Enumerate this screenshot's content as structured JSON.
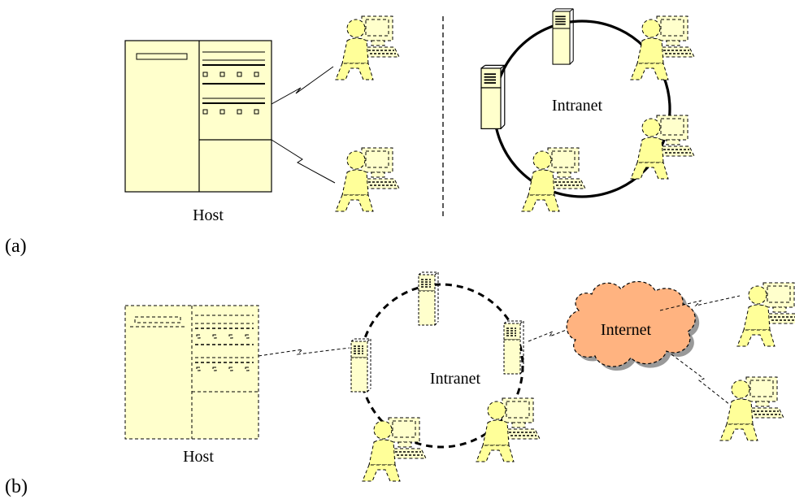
{
  "panels": {
    "a": {
      "label": "(a)"
    },
    "b": {
      "label": "(b)"
    }
  },
  "labels": {
    "host_a": "Host",
    "intranet_a": "Intranet",
    "host_b": "Host",
    "intranet_b": "Intranet",
    "internet": "Internet"
  },
  "colors": {
    "equipment_fill": "#FFFFCC",
    "cloud_fill": "#FFB380",
    "cloud_shadow": "#999999",
    "stroke": "#000000"
  },
  "icons": {
    "mainframe": "mainframe-icon",
    "server": "server-tower-icon",
    "user": "user-at-workstation-icon",
    "link": "lightning-link-icon",
    "cloud": "internet-cloud-icon"
  }
}
